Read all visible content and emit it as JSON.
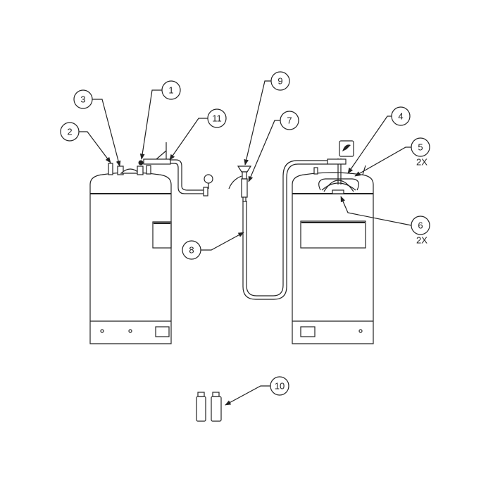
{
  "callouts": [
    {
      "id": "1",
      "label": "1"
    },
    {
      "id": "2",
      "label": "2"
    },
    {
      "id": "3",
      "label": "3"
    },
    {
      "id": "4",
      "label": "4"
    },
    {
      "id": "5",
      "label": "5",
      "qty": "2X"
    },
    {
      "id": "6",
      "label": "6",
      "qty": "2X"
    },
    {
      "id": "7",
      "label": "7"
    },
    {
      "id": "8",
      "label": "8"
    },
    {
      "id": "9",
      "label": "9"
    },
    {
      "id": "10",
      "label": "10"
    },
    {
      "id": "11",
      "label": "11"
    }
  ]
}
